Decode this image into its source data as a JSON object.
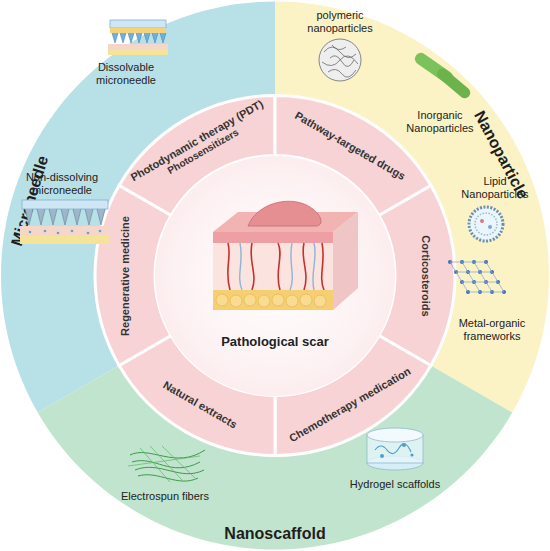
{
  "diagram": {
    "nodes": [
      {
        "text": [
          "Microneedle"
        ]
      },
      {
        "text": [
          "Nanoparticle"
        ]
      },
      {
        "text": [
          "Nanoscaffold"
        ]
      },
      {
        "text": [
          "Photodynamic therapy (PDT)",
          "Photosensitizers"
        ]
      },
      {
        "text": [
          "Pathway-targeted drugs"
        ]
      },
      {
        "text": [
          "Corticosteroids"
        ]
      },
      {
        "text": [
          "Chemotherapy medication"
        ]
      },
      {
        "text": [
          "Natural extracts"
        ]
      },
      {
        "text": [
          "Regenerative medicine"
        ]
      },
      {
        "text": [
          "Pathological scar"
        ]
      }
    ],
    "labels": [
      "Dissolvable microneedle",
      "Non-dissolving microneedle",
      "polymeric nanoparticles",
      "Inorganic Nanoparticles",
      "Lipid Nanoparticles",
      "Metal-organic frameworks",
      "Electrospun fibers",
      "Hydrogel scaffolds"
    ]
  }
}
